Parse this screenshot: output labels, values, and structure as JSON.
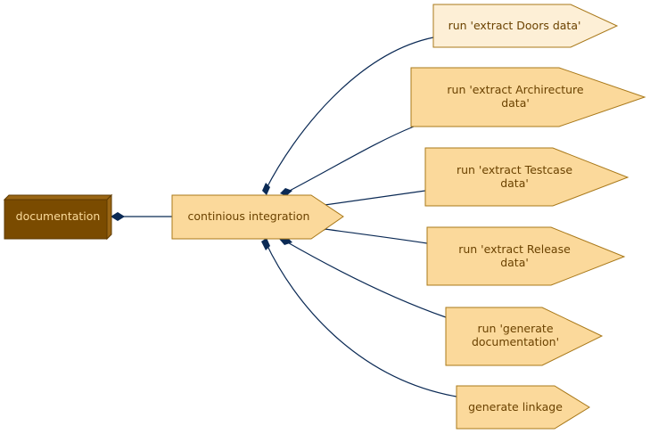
{
  "diagram": {
    "root": {
      "label": "documentation"
    },
    "hub": {
      "label": "continious integration"
    },
    "steps": [
      {
        "lines": [
          "run 'extract Doors data'"
        ]
      },
      {
        "lines": [
          "run 'extract Archirecture",
          "data'"
        ]
      },
      {
        "lines": [
          "run 'extract Testcase",
          "data'"
        ]
      },
      {
        "lines": [
          "run 'extract Release",
          "data'"
        ]
      },
      {
        "lines": [
          "run 'generate",
          "documentation'"
        ]
      },
      {
        "lines": [
          "generate linkage"
        ]
      }
    ]
  },
  "colors": {
    "edge": "#0b2a55",
    "node_fill": "#fbd99b",
    "node_fill_light": "#fdefd6",
    "node_stroke": "#a9791a",
    "root_fill": "#7a4b00",
    "root_side": "#996514",
    "root_text": "#fbdb9a",
    "label": "#6b4200"
  }
}
